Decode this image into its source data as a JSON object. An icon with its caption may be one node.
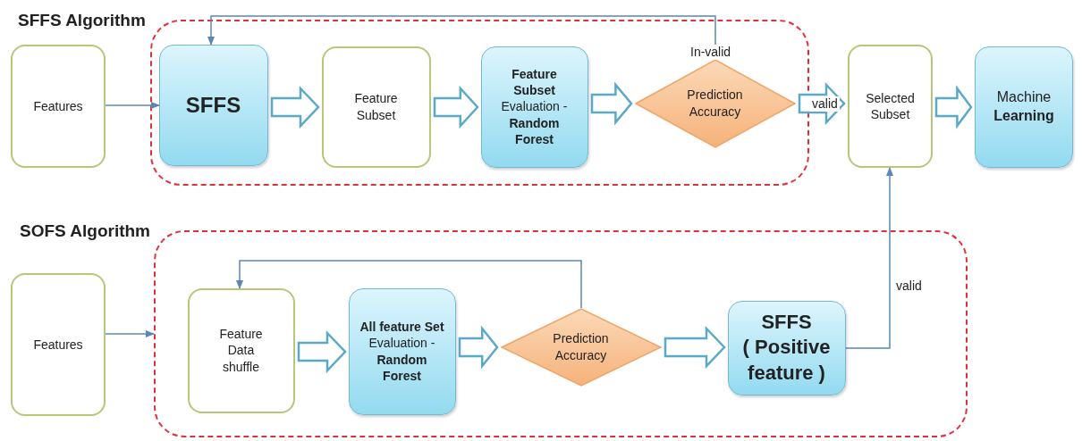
{
  "diagram": {
    "nodes": [
      {
        "text": [
          "SFFS Algorithm"
        ]
      },
      {
        "text": [
          "Features"
        ]
      },
      {
        "text": [
          "SFFS"
        ],
        "in": 0
      },
      {
        "text": [
          "Feature Subset"
        ],
        "in": 0
      },
      {
        "text": [
          "**Feature Subset** Evaluation - **Random Forest**"
        ],
        "in": 0
      },
      {
        "text": [
          "Prediction Accuracy"
        ],
        "in": 0
      },
      {
        "text": [
          "Selected Subset"
        ]
      },
      {
        "text": [
          "Machine **Learning**"
        ]
      },
      {
        "text": [
          "SOFS Algorithm"
        ]
      },
      {
        "text": [
          "Features"
        ]
      },
      {
        "text": [
          "Feature Data shuffle"
        ],
        "in": 8
      },
      {
        "text": [
          "**All feature Set** Evaluation - **Random Forest**"
        ],
        "in": 8
      },
      {
        "text": [
          "Prediction Accuracy"
        ],
        "in": 8
      },
      {
        "text": [
          "SFFS",
          "( Positive feature )"
        ],
        "in": 8
      }
    ],
    "edges": [
      {
        "from": 1,
        "to": 2,
        "arrow": "to"
      },
      {
        "from": 2,
        "to": 3,
        "arrow": "to",
        "style": "thick"
      },
      {
        "from": 3,
        "to": 4,
        "arrow": "to",
        "style": "thick"
      },
      {
        "from": 4,
        "to": 5,
        "arrow": "to",
        "style": "thick"
      },
      {
        "from": 5,
        "to": 2,
        "arrow": "to",
        "label": "In-valid"
      },
      {
        "from": 5,
        "to": 6,
        "arrow": "to",
        "style": "thick",
        "label": "valid"
      },
      {
        "from": 6,
        "to": 7,
        "arrow": "to",
        "style": "thick"
      },
      {
        "from": 9,
        "to": 8,
        "arrow": "to"
      },
      {
        "from": 10,
        "to": 11,
        "arrow": "to",
        "style": "thick"
      },
      {
        "from": 11,
        "to": 12,
        "arrow": "to",
        "style": "thick"
      },
      {
        "from": 12,
        "to": 10,
        "arrow": "to"
      },
      {
        "from": 12,
        "to": 13,
        "arrow": "to",
        "style": "thick"
      },
      {
        "from": 13,
        "to": 6,
        "arrow": "to",
        "label": "valid"
      }
    ]
  }
}
